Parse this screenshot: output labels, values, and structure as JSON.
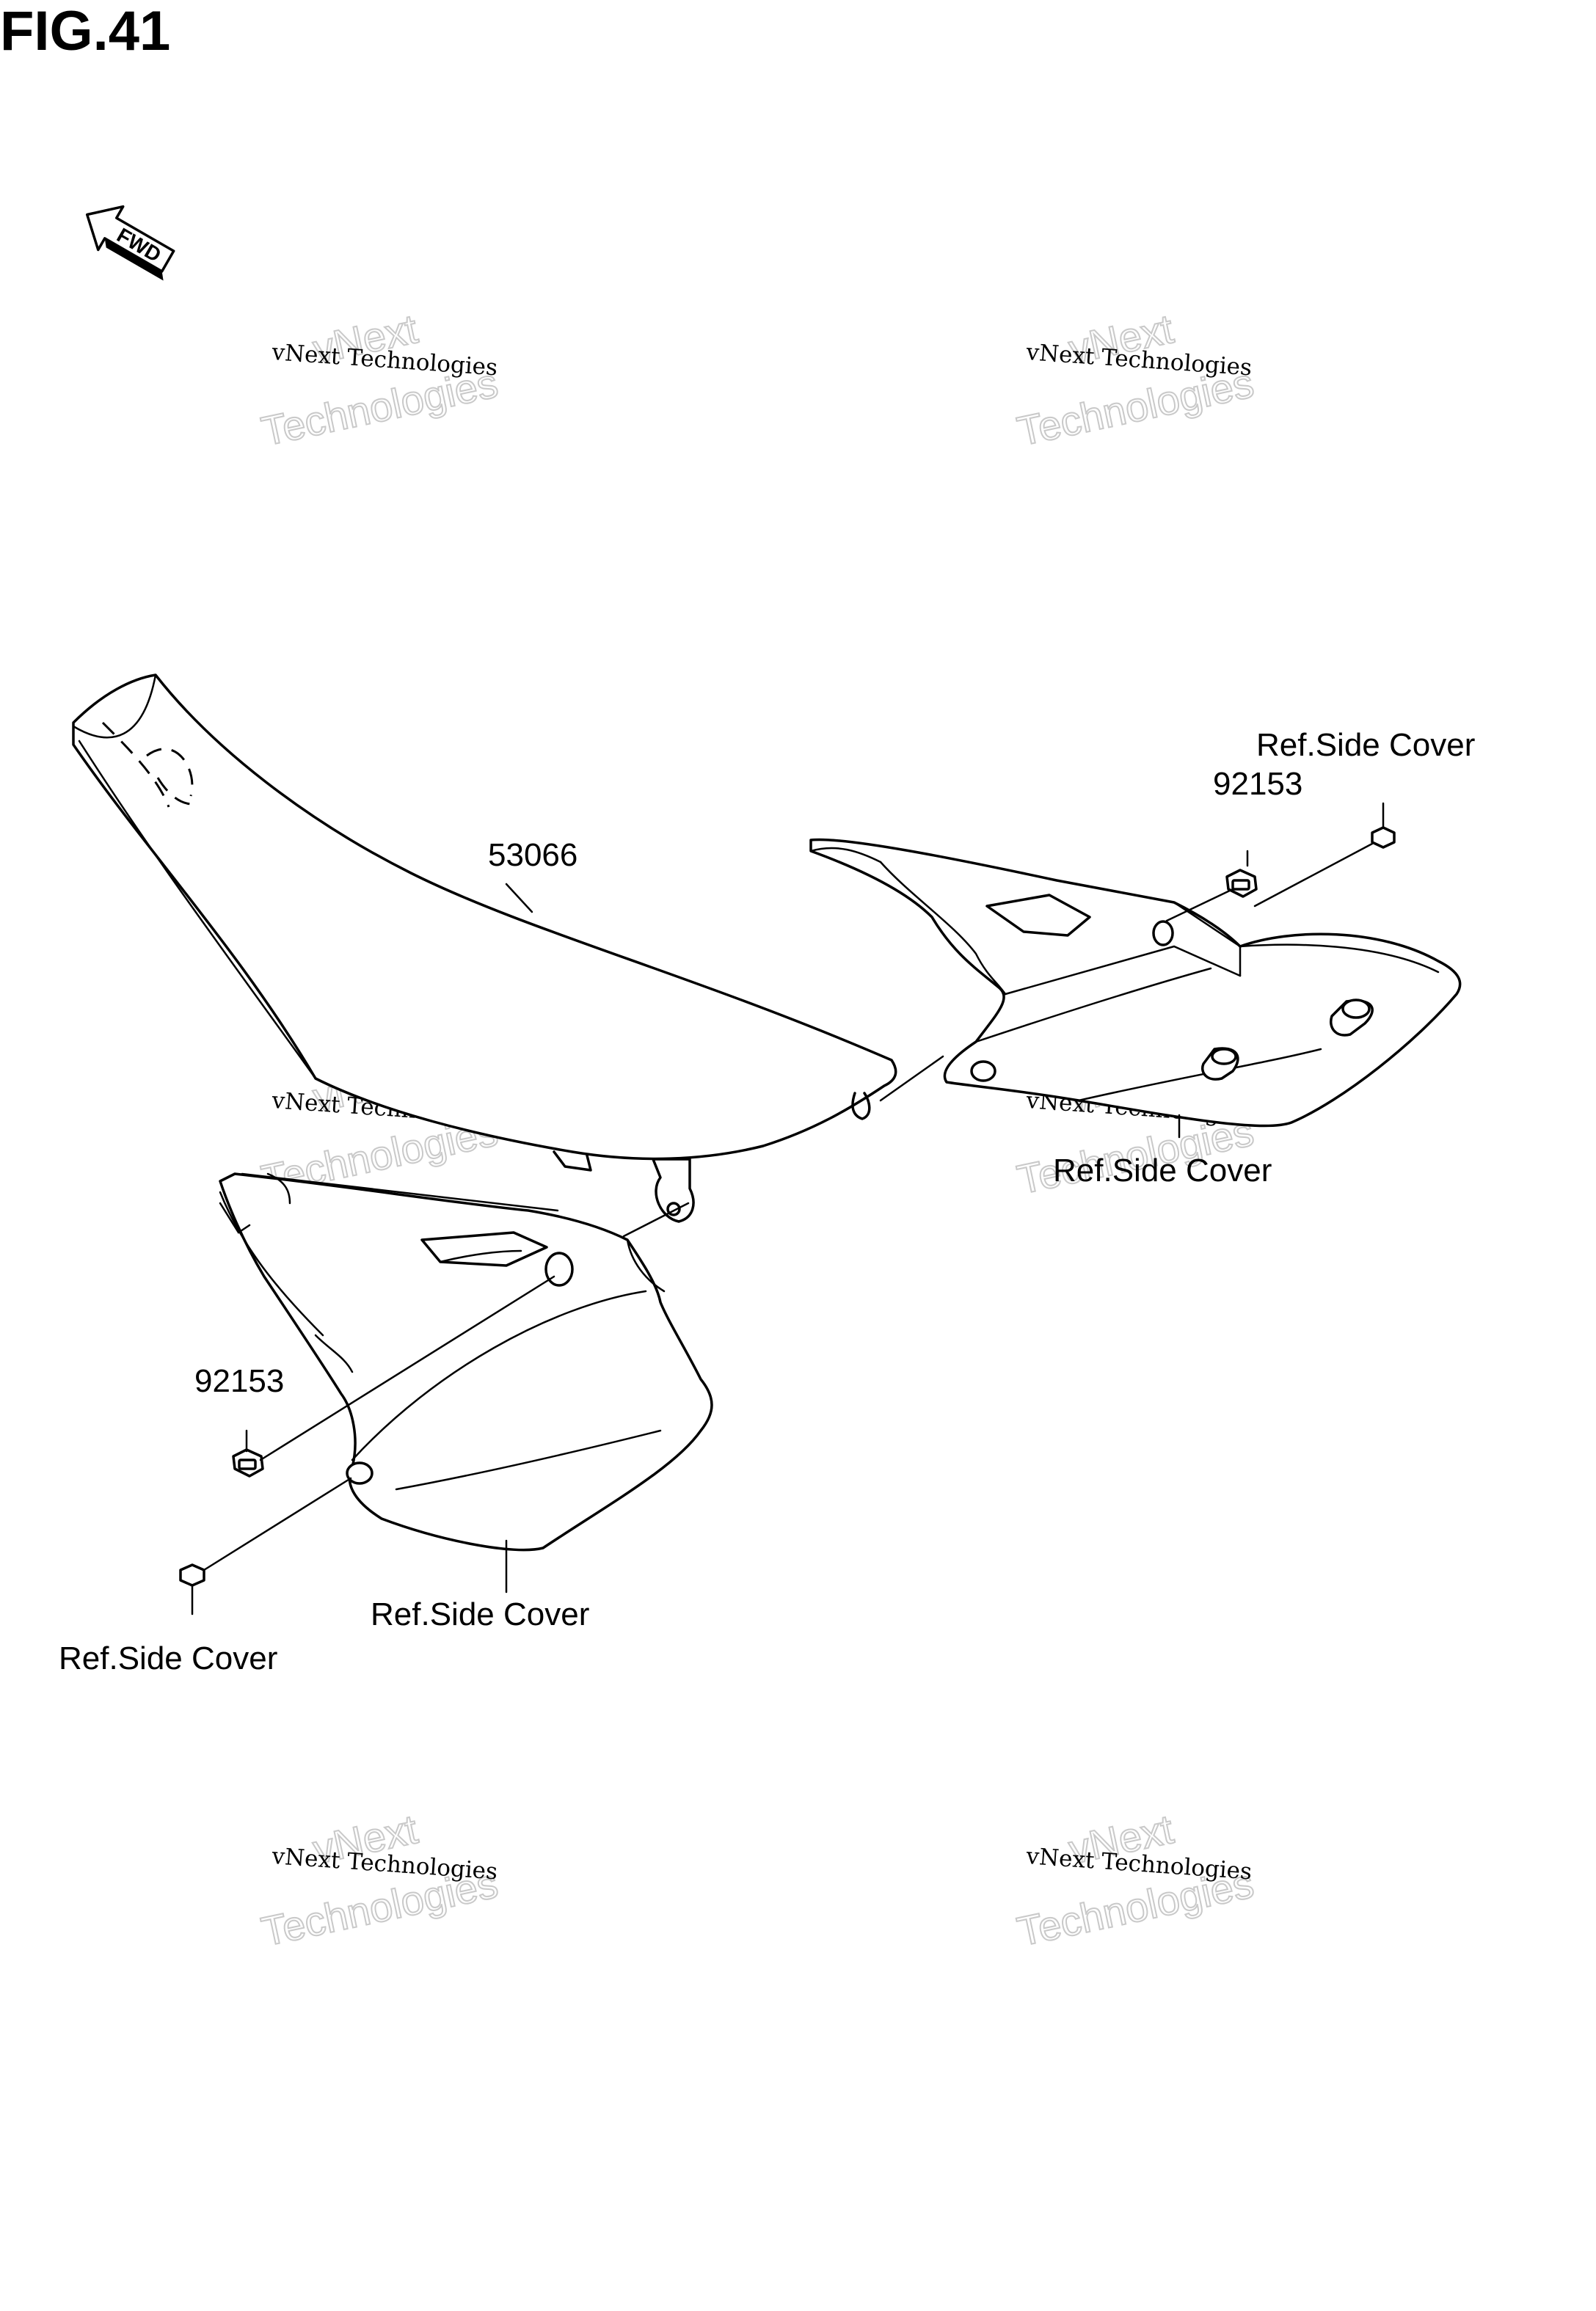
{
  "figure": {
    "title": "FIG.41"
  },
  "direction_marker": {
    "text": "FWD",
    "icon": "forward-arrow-icon"
  },
  "watermark": {
    "line1": "vNext Technologies",
    "line2": "vNext",
    "line3": "Technologies"
  },
  "callouts": {
    "seat": "53066",
    "bolt_right": "92153",
    "ref_right_top": "Ref.Side Cover",
    "ref_right_bottom": "Ref.Side Cover",
    "bolt_left": "92153",
    "ref_left_mid": "Ref.Side Cover",
    "ref_left_bottom": "Ref.Side Cover"
  }
}
